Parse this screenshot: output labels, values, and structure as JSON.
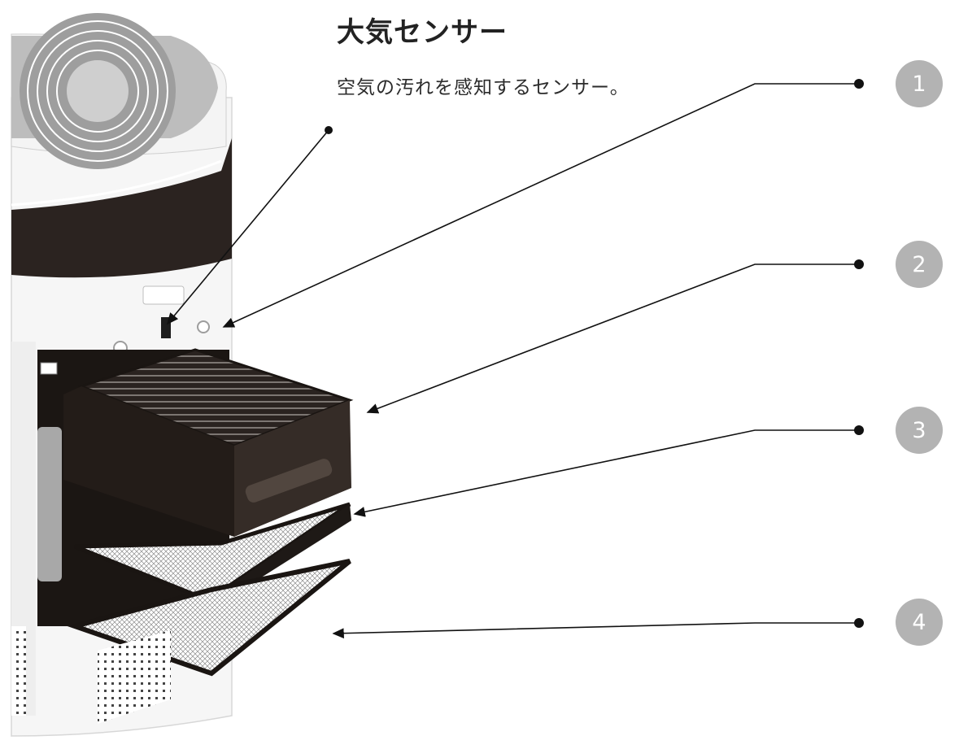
{
  "heading": {
    "title": "大気センサー",
    "description": "空気の汚れを感知するセンサー。"
  },
  "callouts": [
    {
      "number": "1"
    },
    {
      "number": "2"
    },
    {
      "number": "3"
    },
    {
      "number": "4"
    }
  ],
  "colors": {
    "badge": "#b3b3b3",
    "badge_text": "#ffffff",
    "line": "#111111",
    "heading_text": "#222222"
  }
}
